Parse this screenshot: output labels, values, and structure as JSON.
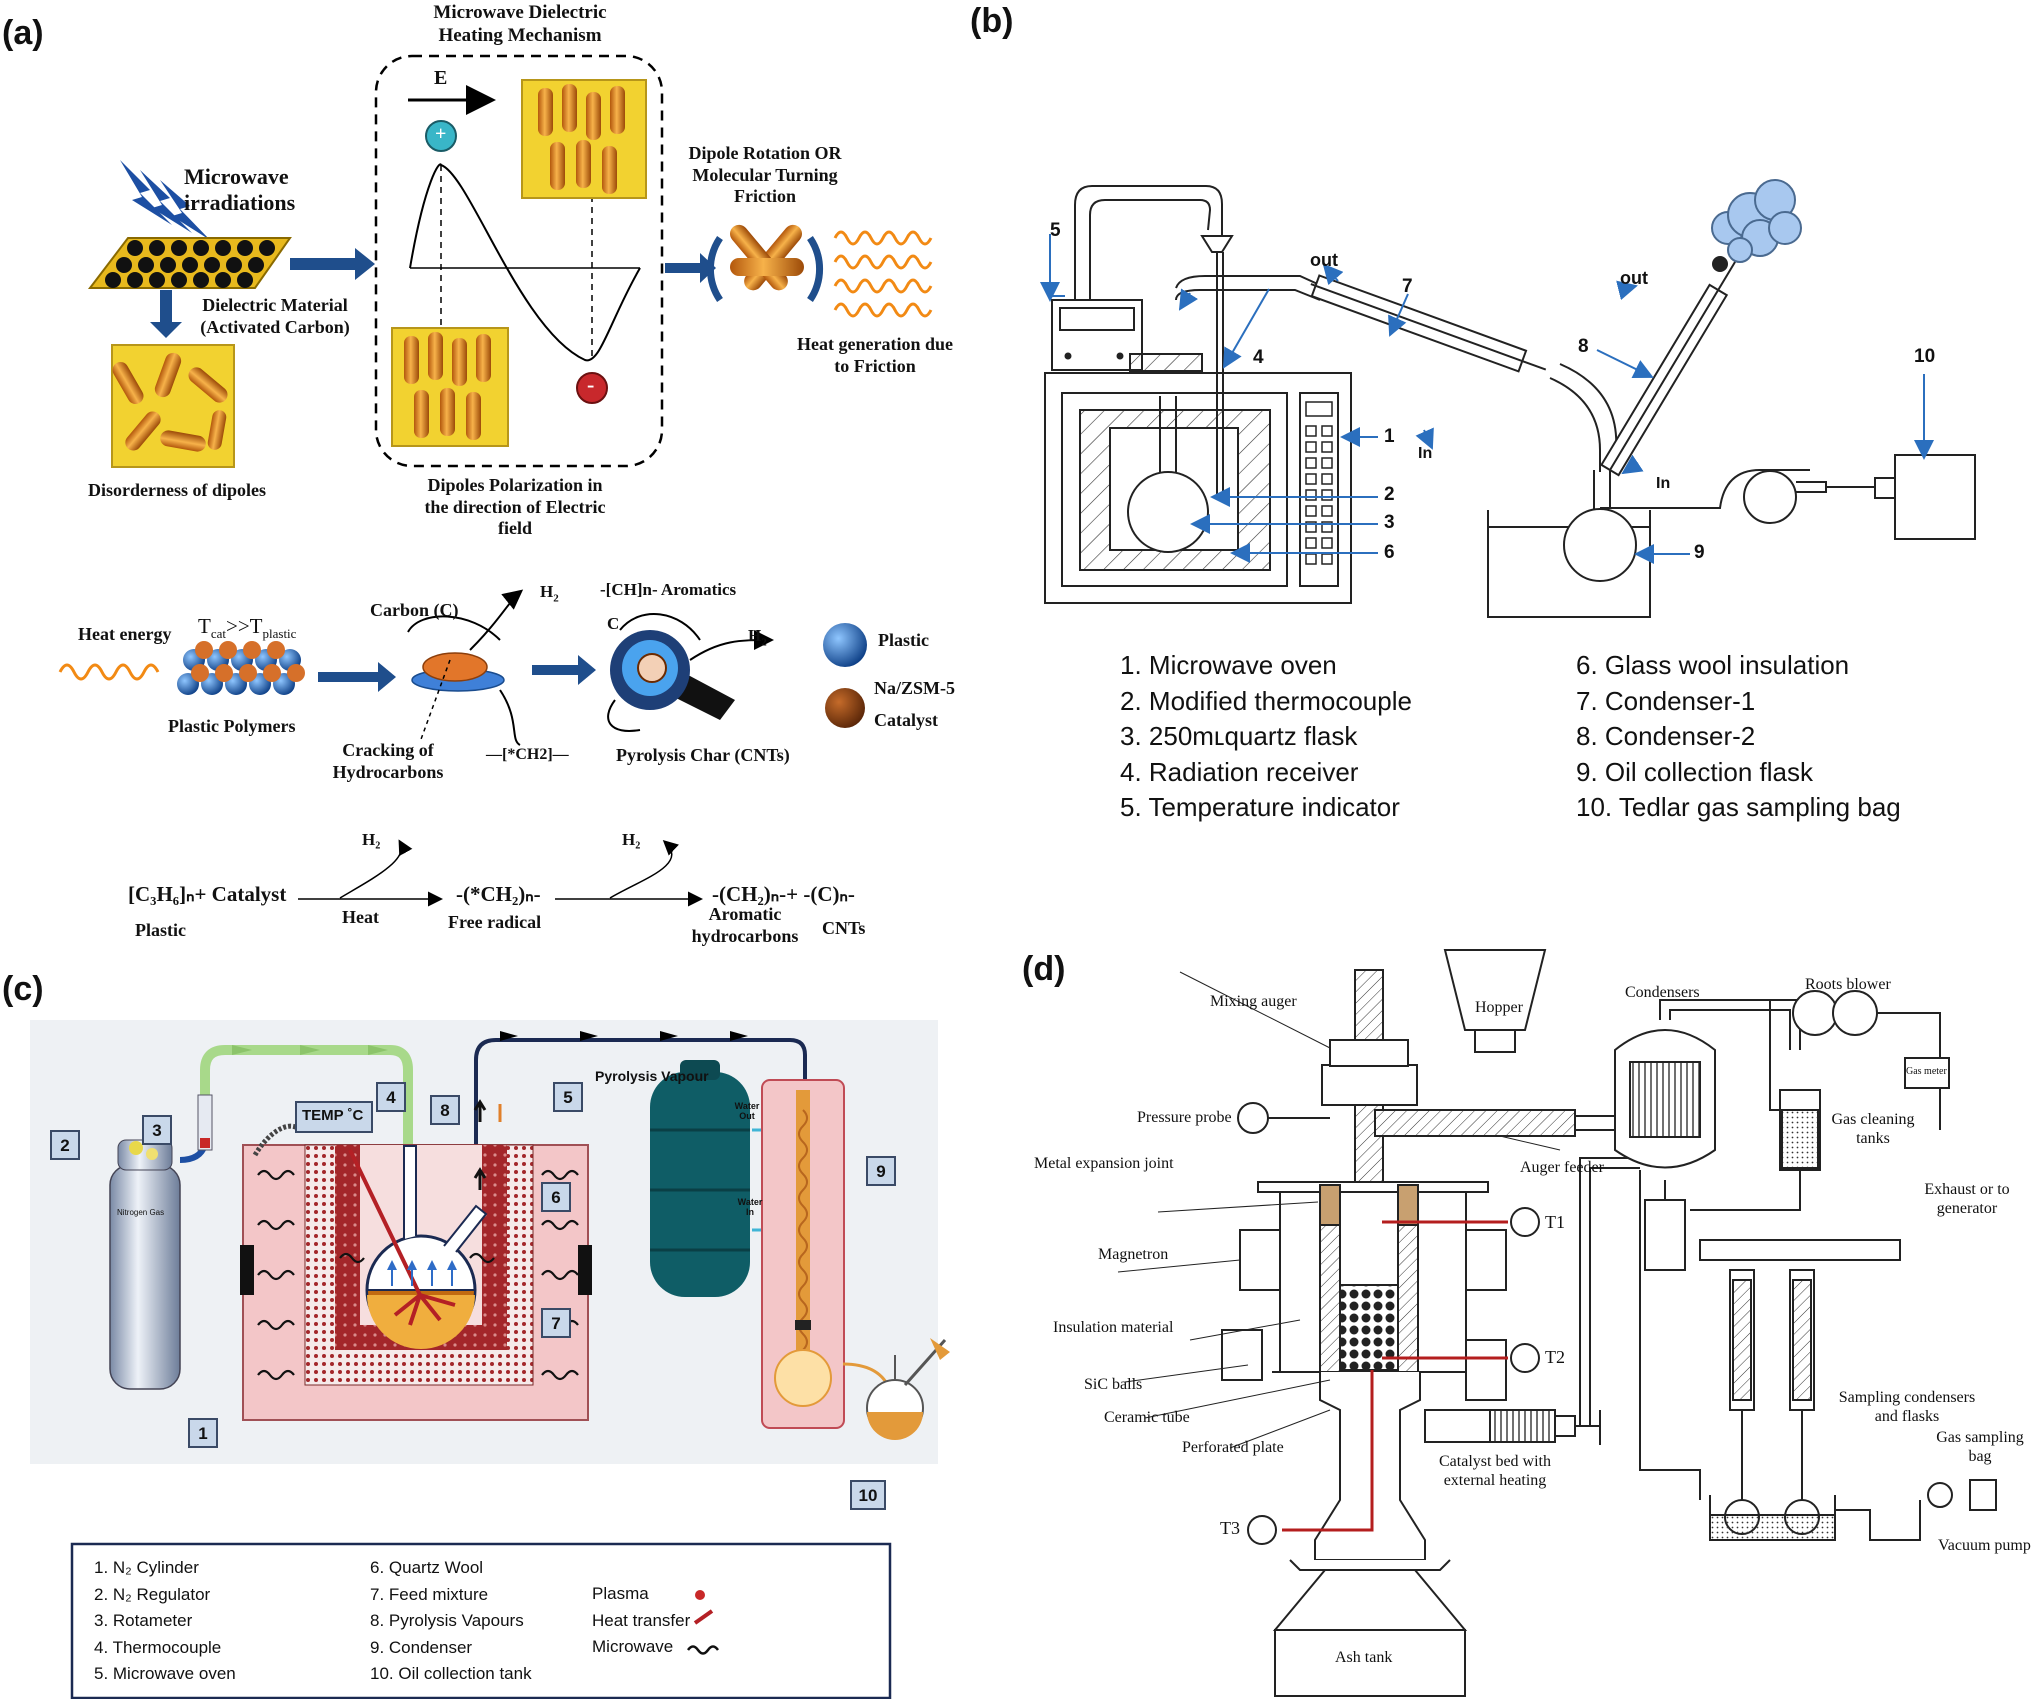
{
  "panel_a": {
    "label": "(a)",
    "title_line1": "Microwave Dielectric",
    "title_line2": "Heating Mechanism",
    "field_label": "E",
    "plus_sign": "+",
    "minus_sign": "-",
    "microwave_line1": "Microwave",
    "microwave_line2": "irradiations",
    "dielectric_line1": "Dielectric Material",
    "dielectric_line2": "(Activated Carbon)",
    "disorder": "Disorderness of dipoles",
    "polar_line1": "Dipoles Polarization in",
    "polar_line2": "the direction of Electric",
    "polar_line3": "field",
    "rotation_line1": "Dipole Rotation OR",
    "rotation_line2": "Molecular Turning",
    "rotation_line3": "Friction",
    "heatgen_line1": "Heat generation due",
    "heatgen_line2": "to Friction",
    "heat_energy": "Heat energy",
    "tcat": "T",
    "tcat_sub": "cat",
    "tcat_mid": ">>T",
    "tcat_sub2": "plastic",
    "plastic_polymers": "Plastic Polymers",
    "carbon": "Carbon (C)",
    "h2_a": "H",
    "h2_sub": "2",
    "aromatics": "-[CH]n- Aromatics",
    "c_label": "C",
    "cracking_line1": "Cracking of",
    "cracking_line2": "Hydrocarbons",
    "ch2_label": "—[*CH2]—",
    "char_label": "Pyrolysis Char (CNTs)",
    "legend_plastic": "Plastic",
    "legend_catalyst_line1": "Na/ZSM-5",
    "legend_catalyst_line2": "Catalyst",
    "eq_reactant": "[C₃H₆]ₙ+ Catalyst",
    "eq_plastic": "Plastic",
    "eq_heat": "Heat",
    "eq_h2_1": "H₂",
    "eq_radical": "-(*CH₂)ₙ-",
    "eq_free_radical": "Free radical",
    "eq_h2_2": "H₂",
    "eq_product": "-(CH₂)ₙ-+ -(C)ₙ-",
    "eq_aromatic_line1": "Aromatic",
    "eq_aromatic_line2": "hydrocarbons",
    "eq_cnts": "CNTs"
  },
  "panel_b": {
    "label": "(b)",
    "callouts": [
      "1",
      "2",
      "3",
      "4",
      "5",
      "6",
      "7",
      "8",
      "9",
      "10"
    ],
    "out1": "out",
    "out2": "out",
    "in1": "In",
    "in2": "In",
    "legend_left": [
      "1.   Microwave oven",
      "2.   Modified thermocouple",
      "3.   250mʟquartz flask",
      "4.   Radiation receiver",
      "5.  Temperature indicator"
    ],
    "legend_right": [
      "6. Glass wool insulation",
      "7. Condenser-1",
      "8. Condenser-2",
      "9. Oil collection flask",
      "10. Tedlar gas sampling bag"
    ]
  },
  "panel_c": {
    "label": "(c)",
    "temp": "TEMP ˚C",
    "pyrolysis_vapour": "Pyrolysis Vapour",
    "water_out_line1": "Water",
    "water_out_line2": "Out",
    "water_in_line1": "Water",
    "water_in_line2": "In",
    "nitrogen_gas": "Nitrogen Gas",
    "boxes": [
      "1",
      "2",
      "3",
      "4",
      "5",
      "6",
      "7",
      "8",
      "9",
      "10"
    ],
    "legend_col1": [
      "1. N₂ Cylinder",
      "2. N₂ Regulator",
      "3. Rotameter",
      "4. Thermocouple",
      "5. Microwave oven"
    ],
    "legend_col2": [
      "6. Quartz Wool",
      "7. Feed mixture",
      "8. Pyrolysis Vapours",
      "9. Condenser",
      "10. Oil collection tank"
    ],
    "legend_col3": [
      "Plasma",
      "Heat transfer",
      "Microwave"
    ]
  },
  "panel_d": {
    "label": "(d)",
    "mixing_auger": "Mixing auger",
    "hopper": "Hopper",
    "pressure_probe": "Pressure probe",
    "auger_feeder": "Auger feeder",
    "metal_joint": "Metal expansion joint",
    "t1": "T1",
    "magnetron": "Magnetron",
    "insulation": "Insulation material",
    "sic_balls": "SiC balls",
    "ceramic_tube": "Ceramic tube",
    "t2": "T2",
    "perforated": "Perforated plate",
    "t3": "T3",
    "ash_tank": "Ash tank",
    "catalyst_line1": "Catalyst bed with",
    "catalyst_line2": "external heating",
    "condensers": "Condensers",
    "roots_blower": "Roots blower",
    "gas_meter": "Gas meter",
    "gas_cleaning_line1": "Gas cleaning",
    "gas_cleaning_line2": "tanks",
    "exhaust_line1": "Exhaust or to",
    "exhaust_line2": "generator",
    "sampling_line1": "Sampling condensers",
    "sampling_line2": "and flasks",
    "gas_bag_line1": "Gas sampling",
    "gas_bag_line2": "bag",
    "vacuum_pump": "Vacuum pump"
  },
  "colors": {
    "blue_arrow": "#1f4e8c",
    "gold": "#f2d230",
    "orange": "#e48a1c",
    "pink_fill": "#f3c6c8",
    "red_brick": "#a3262a",
    "teal_tank": "#0f5d66"
  }
}
